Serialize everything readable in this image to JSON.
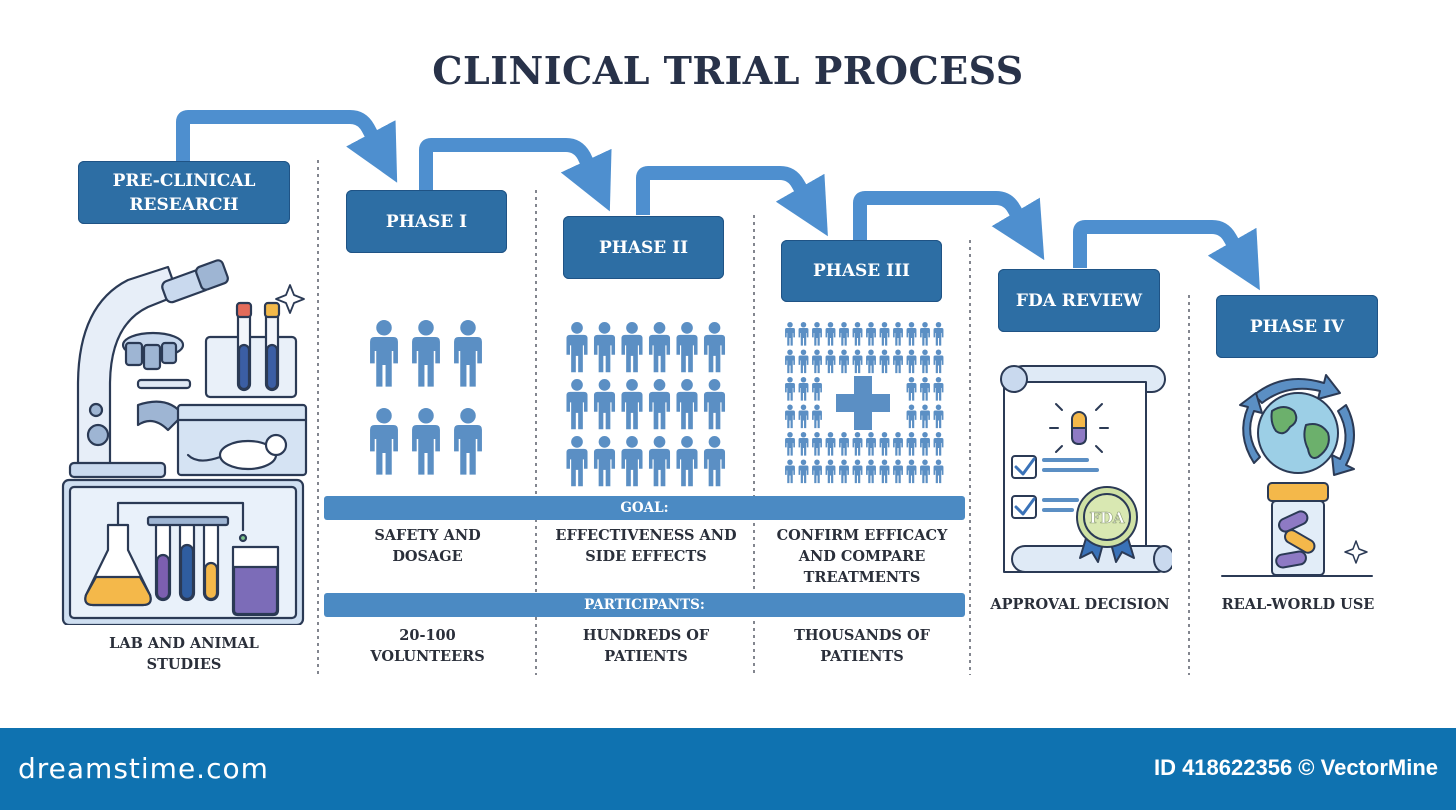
{
  "title": "CLINICAL TRIAL PROCESS",
  "stages": [
    {
      "name": "PRE-CLINICAL RESEARCH",
      "line1": "PRE-CLINICAL",
      "line2": "RESEARCH",
      "caption1": "LAB AND ANIMAL",
      "caption2": "STUDIES"
    },
    {
      "name": "PHASE I",
      "goal1": "SAFETY AND",
      "goal2": "DOSAGE",
      "part1": "20-100",
      "part2": "VOLUNTEERS"
    },
    {
      "name": "PHASE II",
      "goal1": "EFFECTIVENESS AND",
      "goal2": "SIDE EFFECTS",
      "part1": "HUNDREDS OF",
      "part2": "PATIENTS"
    },
    {
      "name": "PHASE III",
      "goal1": "CONFIRM EFFICACY",
      "goal2": "AND COMPARE",
      "goal3": "TREATMENTS",
      "part1": "THOUSANDS OF",
      "part2": "PATIENTS"
    },
    {
      "name": "FDA REVIEW",
      "caption1": "APPROVAL DECISION",
      "seal": "FDA"
    },
    {
      "name": "PHASE IV",
      "caption1": "REAL-WORLD USE"
    }
  ],
  "bands": {
    "goal": "GOAL:",
    "participants": "PARTICIPANTS:"
  },
  "footer": {
    "brand": "dreamstime.com",
    "credit": "ID 418622356 © VectorMine"
  },
  "colors": {
    "box": "#2d6ea4",
    "arrow": "#4e8fcf",
    "person": "#5b8fc4",
    "band": "#4b8ac3",
    "footer": "#0f72b0",
    "title": "#283249"
  },
  "icons": [
    "microscope-icon",
    "test-tubes-icon",
    "mouse-icon",
    "flask-icon",
    "person-icon",
    "cross-icon",
    "scroll-document-icon",
    "pill-icon",
    "checklist-icon",
    "fda-seal-icon",
    "globe-icon",
    "cycle-arrows-icon",
    "pill-jar-icon",
    "sparkle-icon"
  ]
}
